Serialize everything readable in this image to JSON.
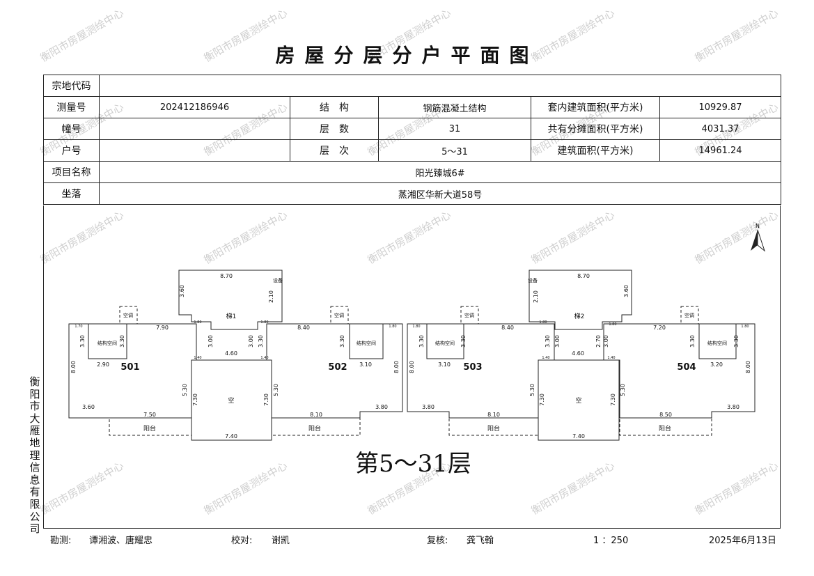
{
  "title": "房屋分层分户平面图",
  "watermark": "衡阳市房屋测绘中心",
  "info": {
    "parcel_code_label": "宗地代码",
    "parcel_code_value": "",
    "survey_no_label": "测量号",
    "survey_no_value": "202412186946",
    "structure_label": "结　构",
    "structure_value": "钢筋混凝土结构",
    "inner_area_label": "套内建筑面积(平方米)",
    "inner_area_value": "10929.87",
    "building_no_label": "幢号",
    "building_no_value": "",
    "floors_label": "层　数",
    "floors_value": "31",
    "shared_area_label": "共有分摊面积(平方米)",
    "shared_area_value": "4031.37",
    "unit_no_label": "户号",
    "unit_no_value": "",
    "floor_range_label": "层　次",
    "floor_range_value": "5～31",
    "build_area_label": "建筑面积(平方米)",
    "build_area_value": "14961.24",
    "project_label": "项目名称",
    "project_value": "阳光臻城6#",
    "location_label": "坐落",
    "location_value": "蒸湘区华新大道58号"
  },
  "plan": {
    "floor_label": "第5～31层",
    "north": "N",
    "units": [
      "501",
      "502",
      "503",
      "504"
    ],
    "stairs": [
      "梯1",
      "梯2"
    ],
    "void": "空",
    "balcony": "阳台",
    "structural_space": "结构空间",
    "ac_platform": "空调",
    "equipment": "设备",
    "dims": {
      "stair_top": "8.70",
      "stair_side": "3.60",
      "stair_dep": "2.10",
      "w790": "7.90",
      "w840": "8.40",
      "w720": "7.20",
      "h800": "8.00",
      "h330": "3.30",
      "h300": "3.00",
      "h270": "2.70",
      "w290": "2.90",
      "w310": "3.10",
      "w320": "3.20",
      "w460": "4.60",
      "h530": "5.30",
      "h730": "7.30",
      "w360": "3.60",
      "w750": "7.50",
      "w810": "8.10",
      "w850": "8.50",
      "w380": "3.80",
      "w740": "7.40",
      "s180": "1.80",
      "s170": "1.70",
      "s140": "1.40"
    }
  },
  "company": "衡阳市大雁地理信息有限公司",
  "footer": {
    "survey_label": "勘测:",
    "survey_value": "谭湘波、唐耀忠",
    "proof_label": "校对:",
    "proof_value": "谢凯",
    "review_label": "复核:",
    "review_value": "龚飞翰",
    "scale": "1 ：250",
    "date": "2025年6月13日"
  }
}
